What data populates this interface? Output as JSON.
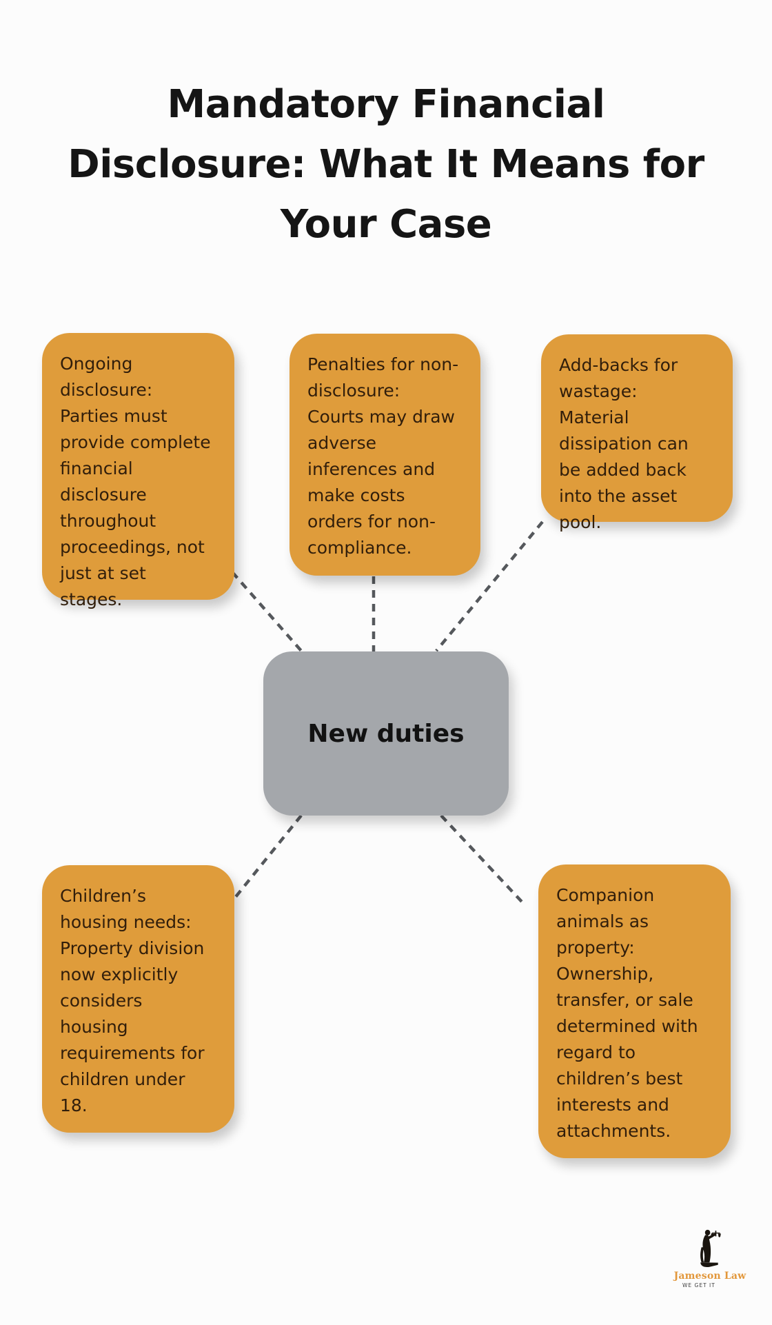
{
  "title": {
    "full": "Mandatory Financial Disclosure: What It Means for Your Case",
    "lines": [
      "Mandatory Financial",
      "Disclosure: What It Means for",
      "Your Case"
    ]
  },
  "diagram": {
    "center": {
      "label": "New duties"
    },
    "nodes": [
      {
        "id": "ongoing-disclosure",
        "text": "Ongoing disclosure: Parties must provide complete financial disclosure throughout proceedings, not just at set stages."
      },
      {
        "id": "penalties",
        "text": "Penalties for non-disclosure: Courts may draw adverse inferences and make costs orders for non-compliance."
      },
      {
        "id": "add-backs",
        "text": "Add-backs for wastage: Material dissipation can be added back into the asset pool."
      },
      {
        "id": "childrens-housing",
        "text": "Children’s housing needs: Property division now explicitly considers housing requirements for children under 18."
      },
      {
        "id": "companion-animals",
        "text": "Companion animals as property: Ownership, transfer, or sale determined with regard to children’s best interests and attachments."
      }
    ]
  },
  "logo": {
    "name": "Jameson Law",
    "tagline": "WE GET IT",
    "icon": "lady-justice-icon"
  },
  "colors": {
    "background": "#fcfcfc",
    "node_orange": "#df9c3b",
    "center_gray": "#a4a7ab",
    "connector": "#55585c",
    "title_text": "#151515",
    "node_text": "#311e0b",
    "logo_orange": "#e2973b",
    "logo_dark": "#1a150f"
  }
}
